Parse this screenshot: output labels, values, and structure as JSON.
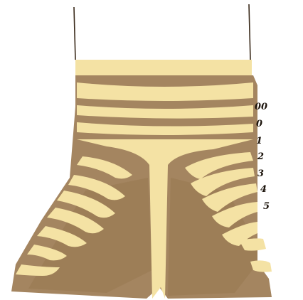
{
  "figure": {
    "labels": [
      "00",
      "0",
      "1",
      "2",
      "3",
      "4",
      "5"
    ]
  },
  "colors": {
    "tissue": "#a48560",
    "tissue_dark": "#806440",
    "band": "#f4e2a4",
    "outline": "#3a2a1a",
    "background": "#ffffff"
  }
}
